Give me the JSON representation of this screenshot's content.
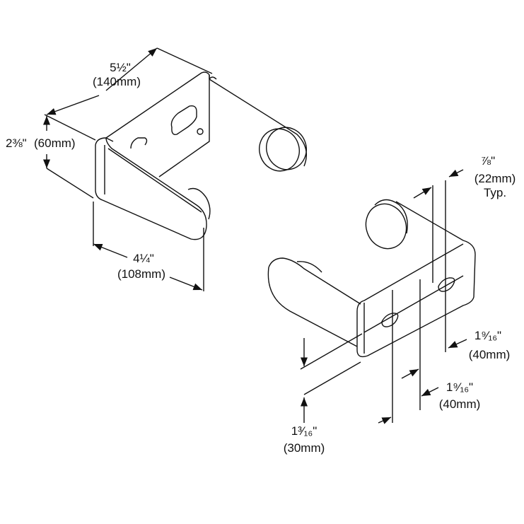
{
  "left_view": {
    "width": {
      "imperial": "5½\"",
      "metric": "(140mm)"
    },
    "height": {
      "imperial": "2⅜\"",
      "metric": "(60mm)"
    },
    "depth": {
      "imperial": "4¼\"",
      "metric": "(108mm)"
    }
  },
  "right_view": {
    "roller_diameter": {
      "imperial": "⅞\"",
      "metric": "(22mm)",
      "note": "Typ."
    },
    "slot_offset_a": {
      "imperial": "1⁹⁄₁₆\"",
      "metric": "(40mm)"
    },
    "slot_offset_b": {
      "imperial": "1⁹⁄₁₆\"",
      "metric": "(40mm)"
    },
    "slot_height": {
      "imperial": "1³⁄₁₆\"",
      "metric": "(30mm)"
    }
  },
  "colors": {
    "line": "#111111",
    "background": "#ffffff"
  }
}
